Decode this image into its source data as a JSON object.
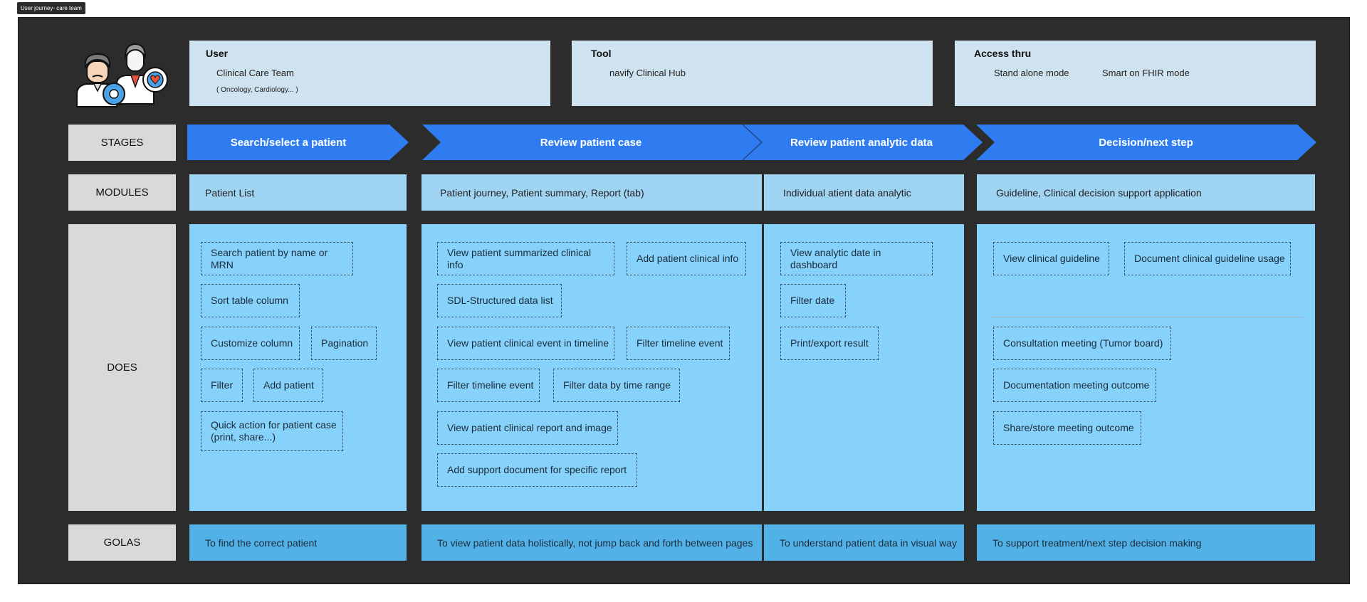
{
  "frame_label": "User journey- care team",
  "header": {
    "user": {
      "title": "User",
      "value": "Clinical Care Team",
      "note": "( Oncology, Cardiology... )"
    },
    "tool": {
      "title": "Tool",
      "value": "navify Clinical Hub"
    },
    "access": {
      "title": "Access thru",
      "modes": [
        "Stand alone mode",
        "Smart on FHIR mode"
      ]
    }
  },
  "row_labels": {
    "stages": "STAGES",
    "modules": "MODULES",
    "does": "DOES",
    "goals": "GOLAS"
  },
  "stages": [
    "Search/select a patient",
    "Review patient case",
    "Review patient analytic data",
    "Decision/next step"
  ],
  "modules": [
    "Patient List",
    "Patient journey, Patient summary, Report (tab)",
    "Individual atient data analytic",
    "Guideline, Clinical decision support application"
  ],
  "does": {
    "search": [
      "Search patient by name or MRN",
      "Sort table column",
      "Customize column",
      "Pagination",
      "Filter",
      "Add patient",
      "Quick action for patient case\n(print, share...)"
    ],
    "review": [
      "View patient summarized clinical info",
      "Add patient clinical info",
      "SDL-Structured data list",
      "View patient clinical event in timeline",
      "Filter timeline event",
      "Filter timeline event",
      "Filter data by time range",
      "View patient clinical report and image",
      "Add support document for specific report"
    ],
    "analytic": [
      "View analytic date in dashboard",
      "Filter date",
      "Print/export result"
    ],
    "decision": [
      "View clinical guideline",
      "Document clinical guideline usage",
      "Consultation meeting (Tumor board)",
      "Documentation meeting outcome",
      "Share/store meeting outcome"
    ]
  },
  "goals": [
    "To find the correct patient",
    "To view patient data holistically, not jump back and forth between pages",
    "To understand patient data in visual way",
    "To support treatment/next step decision making"
  ],
  "colors": {
    "board": "#2c2c2c",
    "stage_arrow": "#2f7cf0",
    "module": "#9fd4f2",
    "does": "#86d2fb",
    "goal": "#52b2e8",
    "header_card": "#cfe2ef",
    "label": "#d9d9d9"
  }
}
